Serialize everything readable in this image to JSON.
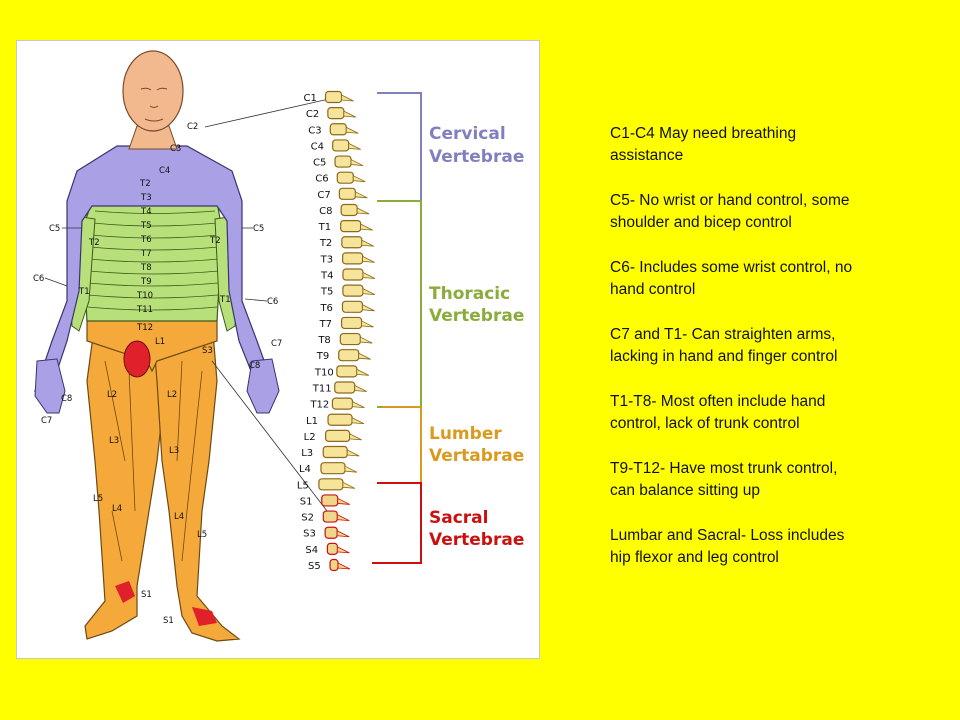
{
  "figure": {
    "regions": [
      {
        "title_line1": "Cervical",
        "title_line2": "Vertebrae",
        "color": "#8080c0"
      },
      {
        "title_line1": "Thoracic",
        "title_line2": "Vertebrae",
        "color": "#8bab3a"
      },
      {
        "title_line1": "Lumber",
        "title_line2": "Vertabrae",
        "color": "#d99a1e"
      },
      {
        "title_line1": "Sacral",
        "title_line2": "Vertebrae",
        "color": "#cc1010"
      }
    ],
    "spine_labels": [
      "C1",
      "C2",
      "C3",
      "C4",
      "C5",
      "C6",
      "C7",
      "C8",
      "T1",
      "T2",
      "T3",
      "T4",
      "T5",
      "T6",
      "T7",
      "T8",
      "T9",
      "T10",
      "T11",
      "T12",
      "L1",
      "L2",
      "L3",
      "L4",
      "L5",
      "S1",
      "S2",
      "S3",
      "S4",
      "S5"
    ],
    "body_labels": {
      "c2": "C2",
      "c3": "C3",
      "c4": "C4",
      "t2": "T2",
      "t3": "T3",
      "t4": "T4",
      "t5": "T5",
      "t6": "T6",
      "t7": "T7",
      "t8": "T8",
      "t9": "T9",
      "t10": "T10",
      "t11": "T11",
      "t12": "T12",
      "c5_left": "C5",
      "c5_right": "C5",
      "c6_left": "C6",
      "c6_right": "C6",
      "t2_left": "T2",
      "t2_right": "T2",
      "t1_left": "T1",
      "t1_right": "T1",
      "c7_left": "C7",
      "c7_right": "C7",
      "c8_left": "C8",
      "c8_right": "C8",
      "l1": "L1",
      "s3": "S3",
      "l2_left": "L2",
      "l2_right": "L2",
      "l3_left": "L3",
      "l3_right": "L3",
      "l4_left": "L4",
      "l4_right": "L4",
      "l5_left": "L5",
      "l5_right": "L5",
      "s1_left": "S1",
      "s1_right": "S1"
    },
    "colors": {
      "cervical": "#a9a0e6",
      "thoracic": "#b8e07a",
      "lumbar": "#f5a93a",
      "sacral": "#e0202a",
      "skin": "#f2b98e"
    }
  },
  "notes": [
    {
      "line1": "C1-C4 May need breathing",
      "line2": "assistance"
    },
    {
      "line1": "C5- No wrist or hand control, some",
      "line2": "shoulder and bicep control"
    },
    {
      "line1": "C6- Includes some wrist control, no",
      "line2": "hand control"
    },
    {
      "line1": "C7 and T1- Can straighten arms,",
      "line2": "lacking in hand and finger control"
    },
    {
      "line1": "T1-T8- Most often include hand",
      "line2": "control, lack of trunk control"
    },
    {
      "line1": "T9-T12- Have most trunk control,",
      "line2": "can balance sitting up"
    },
    {
      "line1": "Lumbar and Sacral- Loss includes",
      "line2": "hip flexor and leg control"
    }
  ]
}
